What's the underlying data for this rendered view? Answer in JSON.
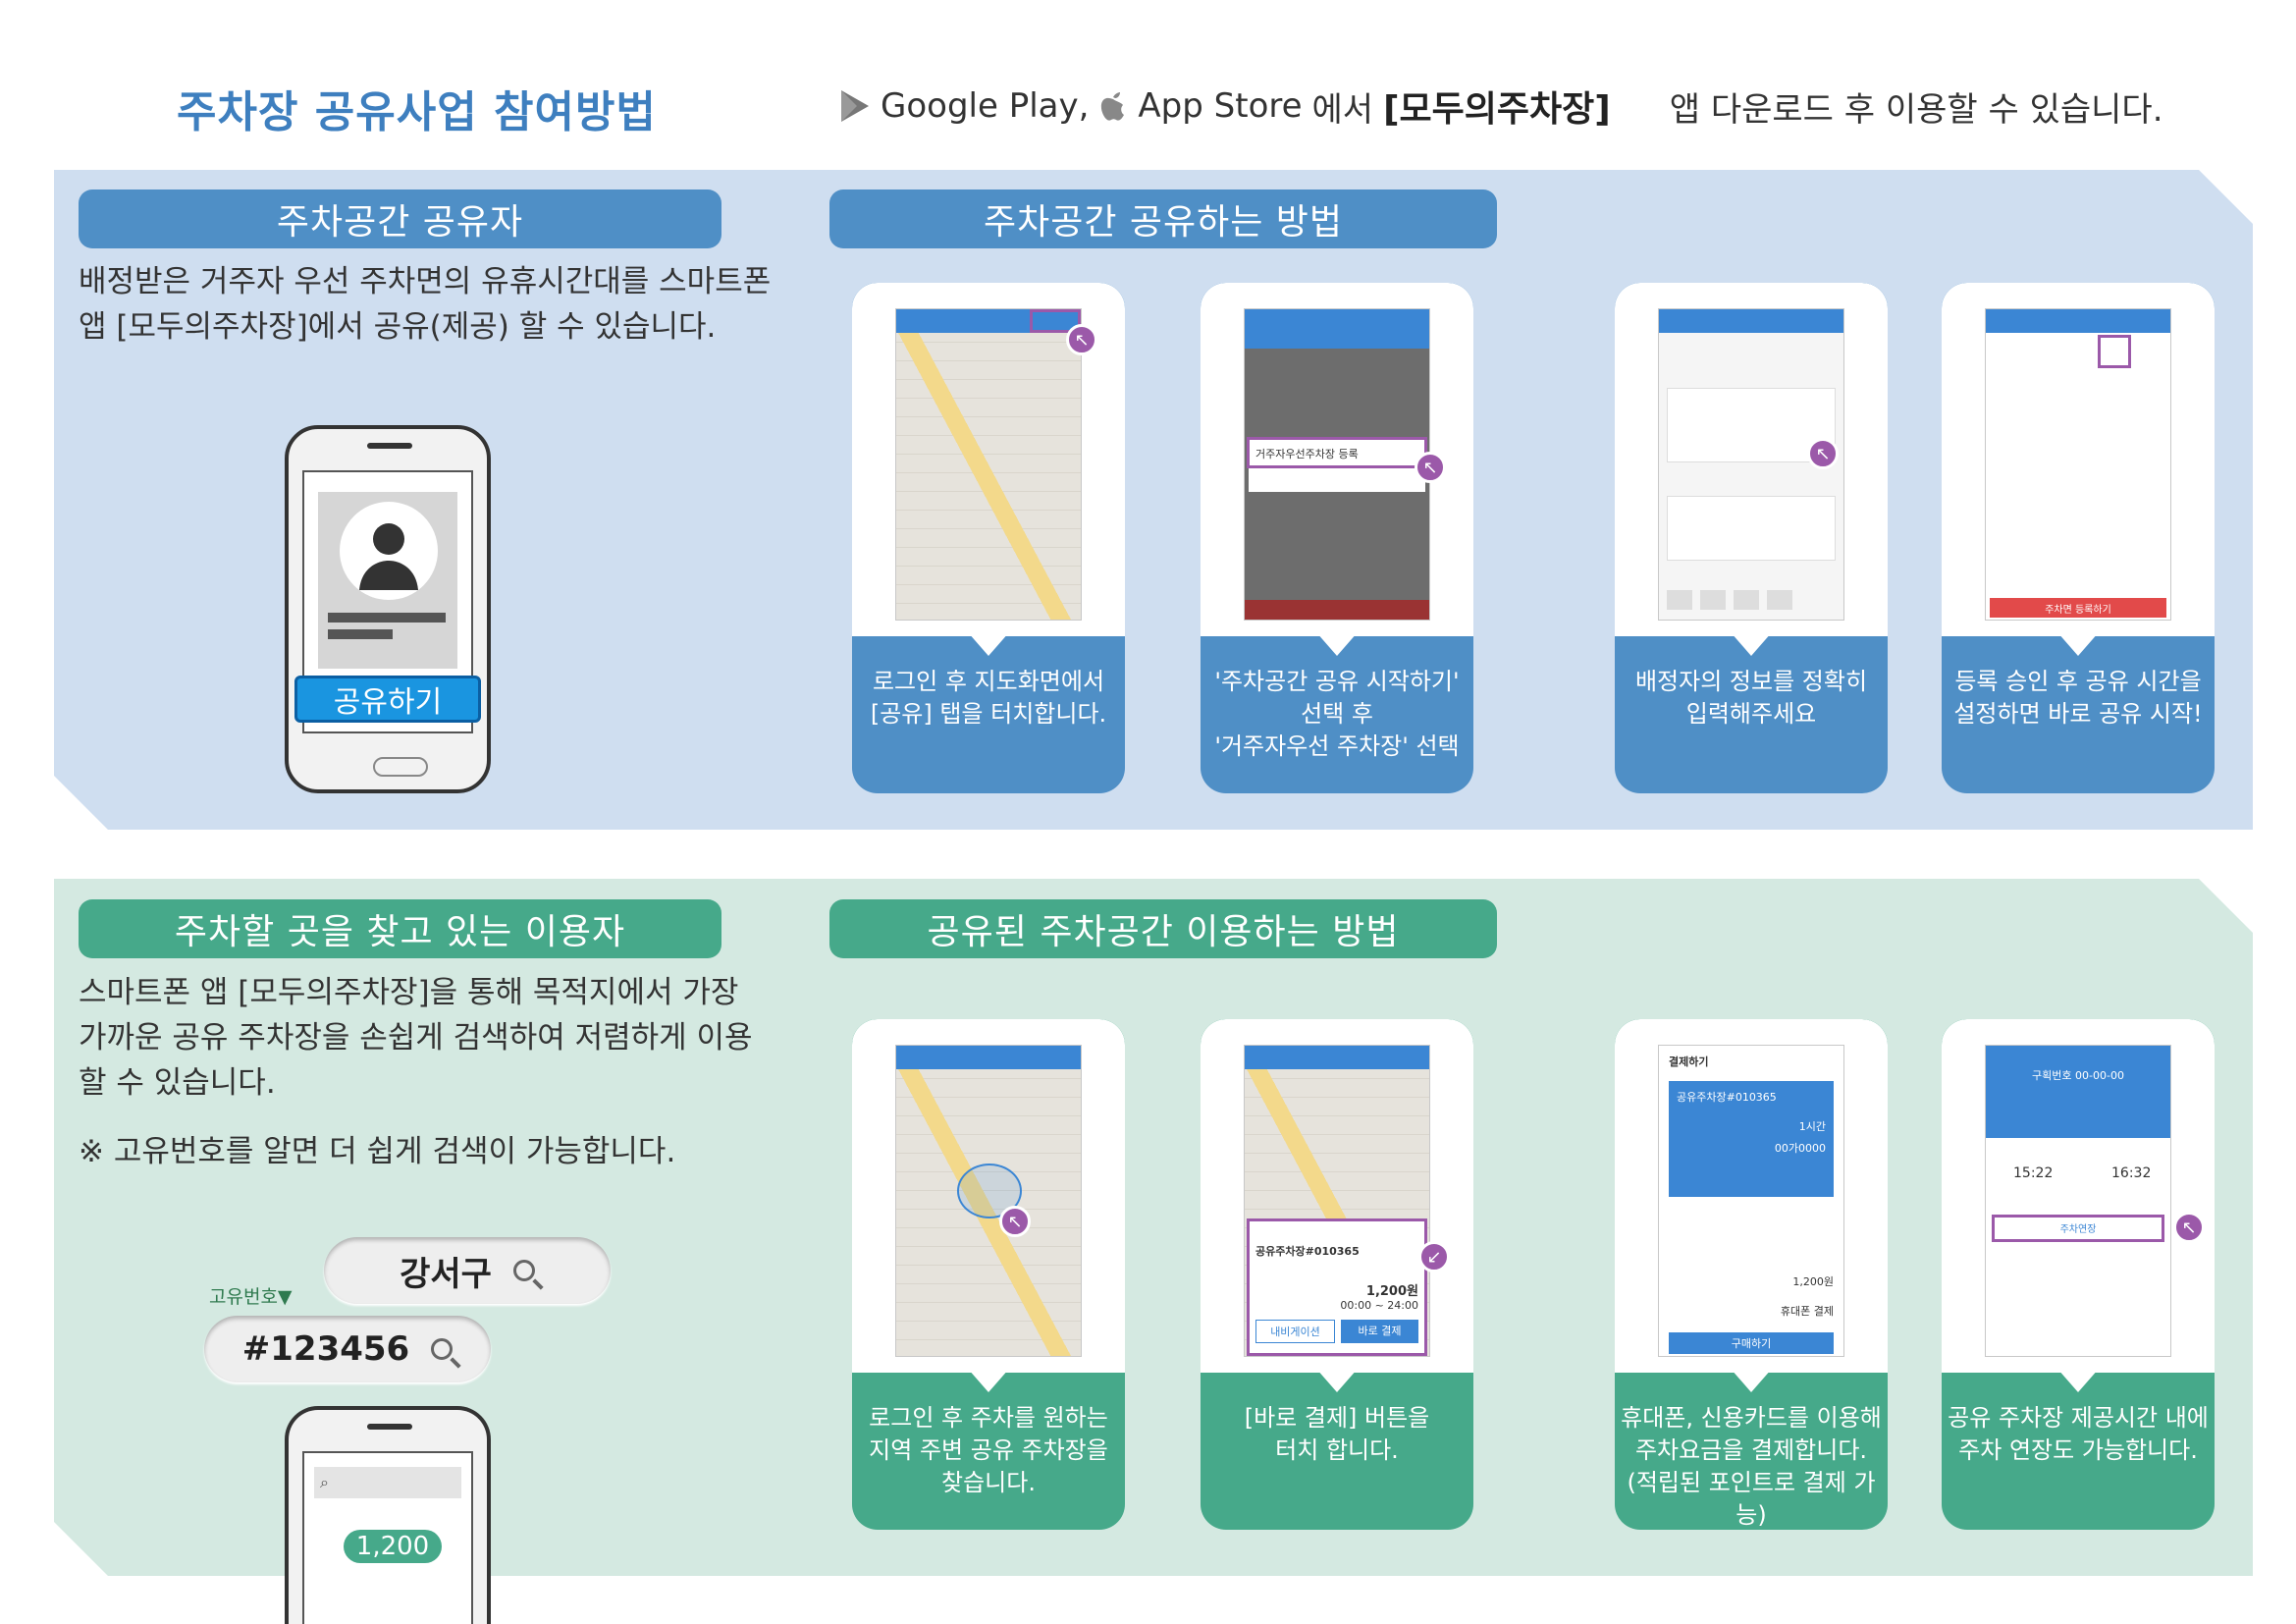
{
  "header": {
    "title": "주차장 공유사업 참여방법",
    "google_play": "Google Play,",
    "app_store": "App Store",
    "middle": "에서",
    "app_name": "[모두의주차장]",
    "tail": "앱 다운로드 후 이용할 수 있습니다."
  },
  "provider": {
    "pill": "주차공간 공유자",
    "desc1": "배정받은 거주자 우선 주차면의 유휴시간대를 스마트폰",
    "desc2": "앱 [모두의주차장]에서 공유(제공) 할 수 있습니다.",
    "share_button": "공유하기",
    "how_pill": "주차공간 공유하는 방법",
    "cards": [
      {
        "cap1": "로그인 후 지도화면에서",
        "cap2": "[공유] 탭을 터치합니다.",
        "cap3": ""
      },
      {
        "cap1": "'주차공간 공유 시작하기'",
        "cap2": "선택 후",
        "cap3": "'거주자우선 주차장' 선택",
        "menu": "거주자우선주차장 등록"
      },
      {
        "cap1": "배정자의 정보를 정확히",
        "cap2": "입력해주세요",
        "cap3": ""
      },
      {
        "cap1": "등록 승인 후 공유 시간을",
        "cap2": "설정하면 바로 공유 시작!",
        "cap3": "",
        "btn": "주차면 등록하기"
      }
    ]
  },
  "user": {
    "pill": "주차할 곳을 찾고 있는 이용자",
    "desc1": "스마트폰 앱 [모두의주차장]을 통해 목적지에서 가장",
    "desc2": "가까운 공유 주차장을 손쉽게 검색하여 저렴하게 이용",
    "desc3": "할 수 있습니다.",
    "note": "※ 고유번호를 알면 더 쉽게 검색이 가능합니다.",
    "search_district": "강서구",
    "id_label": "고유번호▼",
    "search_id": "#123456",
    "price": "1,200",
    "how_pill": "공유된 주차공간 이용하는 방법",
    "cards": [
      {
        "cap1": "로그인 후 주차를 원하는",
        "cap2": "지역 주변 공유 주차장을",
        "cap3": "찾습니다."
      },
      {
        "cap1": "[바로 결제] 버튼을",
        "cap2": "터치 합니다.",
        "cap3": "",
        "lot": "공유주차장#010365",
        "fee": "1,200원",
        "time": "00:00 ~ 24:00",
        "nav": "내비게이션",
        "pay": "바로 결제"
      },
      {
        "cap1": "휴대폰, 신용카드를 이용해",
        "cap2": "주차요금을 결제합니다.",
        "cap3": "(적립된 포인트로 결제 가능)",
        "title": "결제하기",
        "lot": "공유주차장#010365",
        "hours": "1시간",
        "car": "00가0000",
        "total": "1,200원",
        "method": "휴대폰 결제",
        "buy": "구매하기"
      },
      {
        "cap1": "공유 주차장 제공시간 내에",
        "cap2": "주차 연장도 가능합니다.",
        "cap3": "",
        "code": "구획번호 00-00-00",
        "start": "15:22",
        "end": "16:32",
        "ext": "주차연장"
      }
    ]
  },
  "colors": {
    "title": "#3e7fbf",
    "blue": "#4f8fc6",
    "green": "#46a98a",
    "highlight": "#9b59a9"
  }
}
